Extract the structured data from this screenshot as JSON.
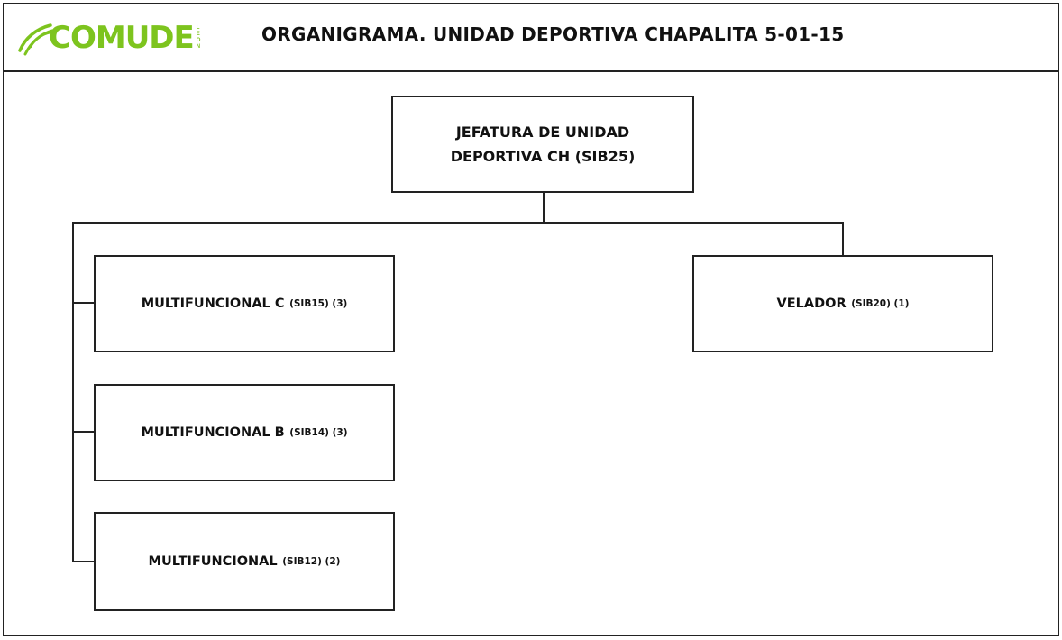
{
  "header": {
    "logo_text": "COMUDE",
    "logo_sub": [
      "L",
      "E",
      "O",
      "N"
    ],
    "title": "ORGANIGRAMA. UNIDAD DEPORTIVA CHAPALITA 5-01-15"
  },
  "org": {
    "root": {
      "line1": "JEFATURA DE UNIDAD",
      "line2": "DEPORTIVA CH (SIB25)"
    },
    "multifuncional_c": {
      "name": "MULTIFUNCIONAL C",
      "code": "(SIB15) (3)"
    },
    "multifuncional_b": {
      "name": "MULTIFUNCIONAL B",
      "code": "(SIB14) (3)"
    },
    "multifuncional": {
      "name": "MULTIFUNCIONAL",
      "code": "(SIB12) (2)"
    },
    "velador": {
      "name": "VELADOR",
      "code": "(SIB20) (1)"
    }
  },
  "colors": {
    "brand_green": "#7dc41e",
    "line": "#222222"
  }
}
